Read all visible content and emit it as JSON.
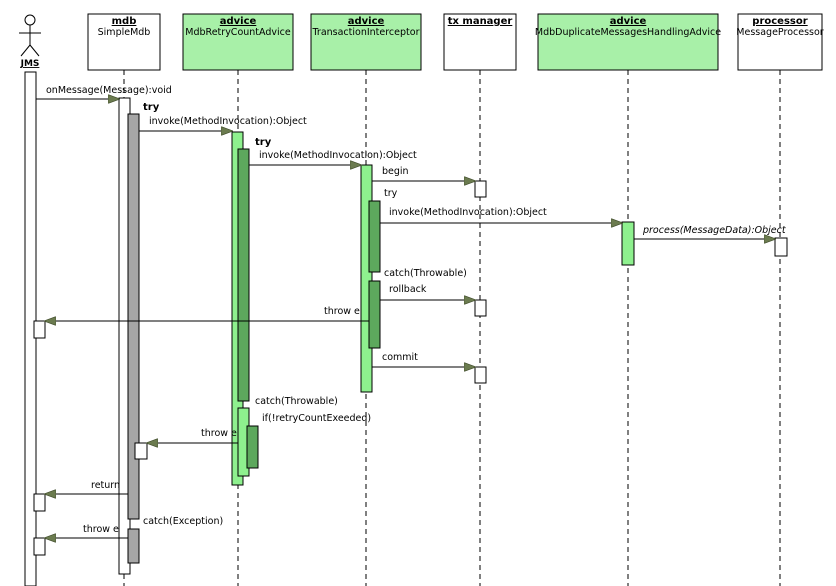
{
  "colors": {
    "advice_fill": "#a8f0a8",
    "box_fill": "#ffffff",
    "activation_gray": "#a6a6a6",
    "activation_green_light": "#8ef08e",
    "activation_green_dark": "#5da85d",
    "line": "#000000",
    "arrow_fill": "#6b7b4f"
  },
  "actor": {
    "label": "JMS",
    "icon": "stick-figure-icon"
  },
  "participants": [
    {
      "id": "mdb",
      "stereotype": "mdb",
      "name": "SimpleMdb",
      "highlight": false
    },
    {
      "id": "retry",
      "stereotype": "advice",
      "name": "MdbRetryCountAdvice",
      "highlight": true
    },
    {
      "id": "tx",
      "stereotype": "advice",
      "name": "TransactionInterceptor",
      "highlight": true
    },
    {
      "id": "txm",
      "stereotype": "tx manager",
      "name": "",
      "highlight": false
    },
    {
      "id": "dup",
      "stereotype": "advice",
      "name": "MdbDuplicateMessagesHandlingAdvice",
      "highlight": true
    },
    {
      "id": "proc",
      "stereotype": "processor",
      "name": "MessageProcessor",
      "highlight": false
    }
  ],
  "messages": [
    {
      "label": "onMessage(Message):void",
      "italic": false
    },
    {
      "label": "invoke(MethodInvocation):Object",
      "italic": false
    },
    {
      "label": "invoke(MethodInvocation):Object",
      "italic": false
    },
    {
      "label": "begin",
      "italic": false
    },
    {
      "label": "invoke(MethodInvocation):Object",
      "italic": false
    },
    {
      "label": "process(MessageData):Object",
      "italic": true
    },
    {
      "label": "rollback",
      "italic": false
    },
    {
      "label": "throw e",
      "italic": false
    },
    {
      "label": "commit",
      "italic": false
    },
    {
      "label": "throw e",
      "italic": false
    },
    {
      "label": "return",
      "italic": false
    },
    {
      "label": "throw e",
      "italic": false
    }
  ],
  "fragments": [
    {
      "label": "try",
      "bold": true
    },
    {
      "label": "try",
      "bold": true
    },
    {
      "label": "try",
      "bold": false
    },
    {
      "label": "catch(Throwable)",
      "bold": false
    },
    {
      "label": "catch(Throwable)",
      "bold": false
    },
    {
      "label": "if(!retryCountExeeded)",
      "bold": false
    },
    {
      "label": "catch(Exception)",
      "bold": false
    }
  ]
}
